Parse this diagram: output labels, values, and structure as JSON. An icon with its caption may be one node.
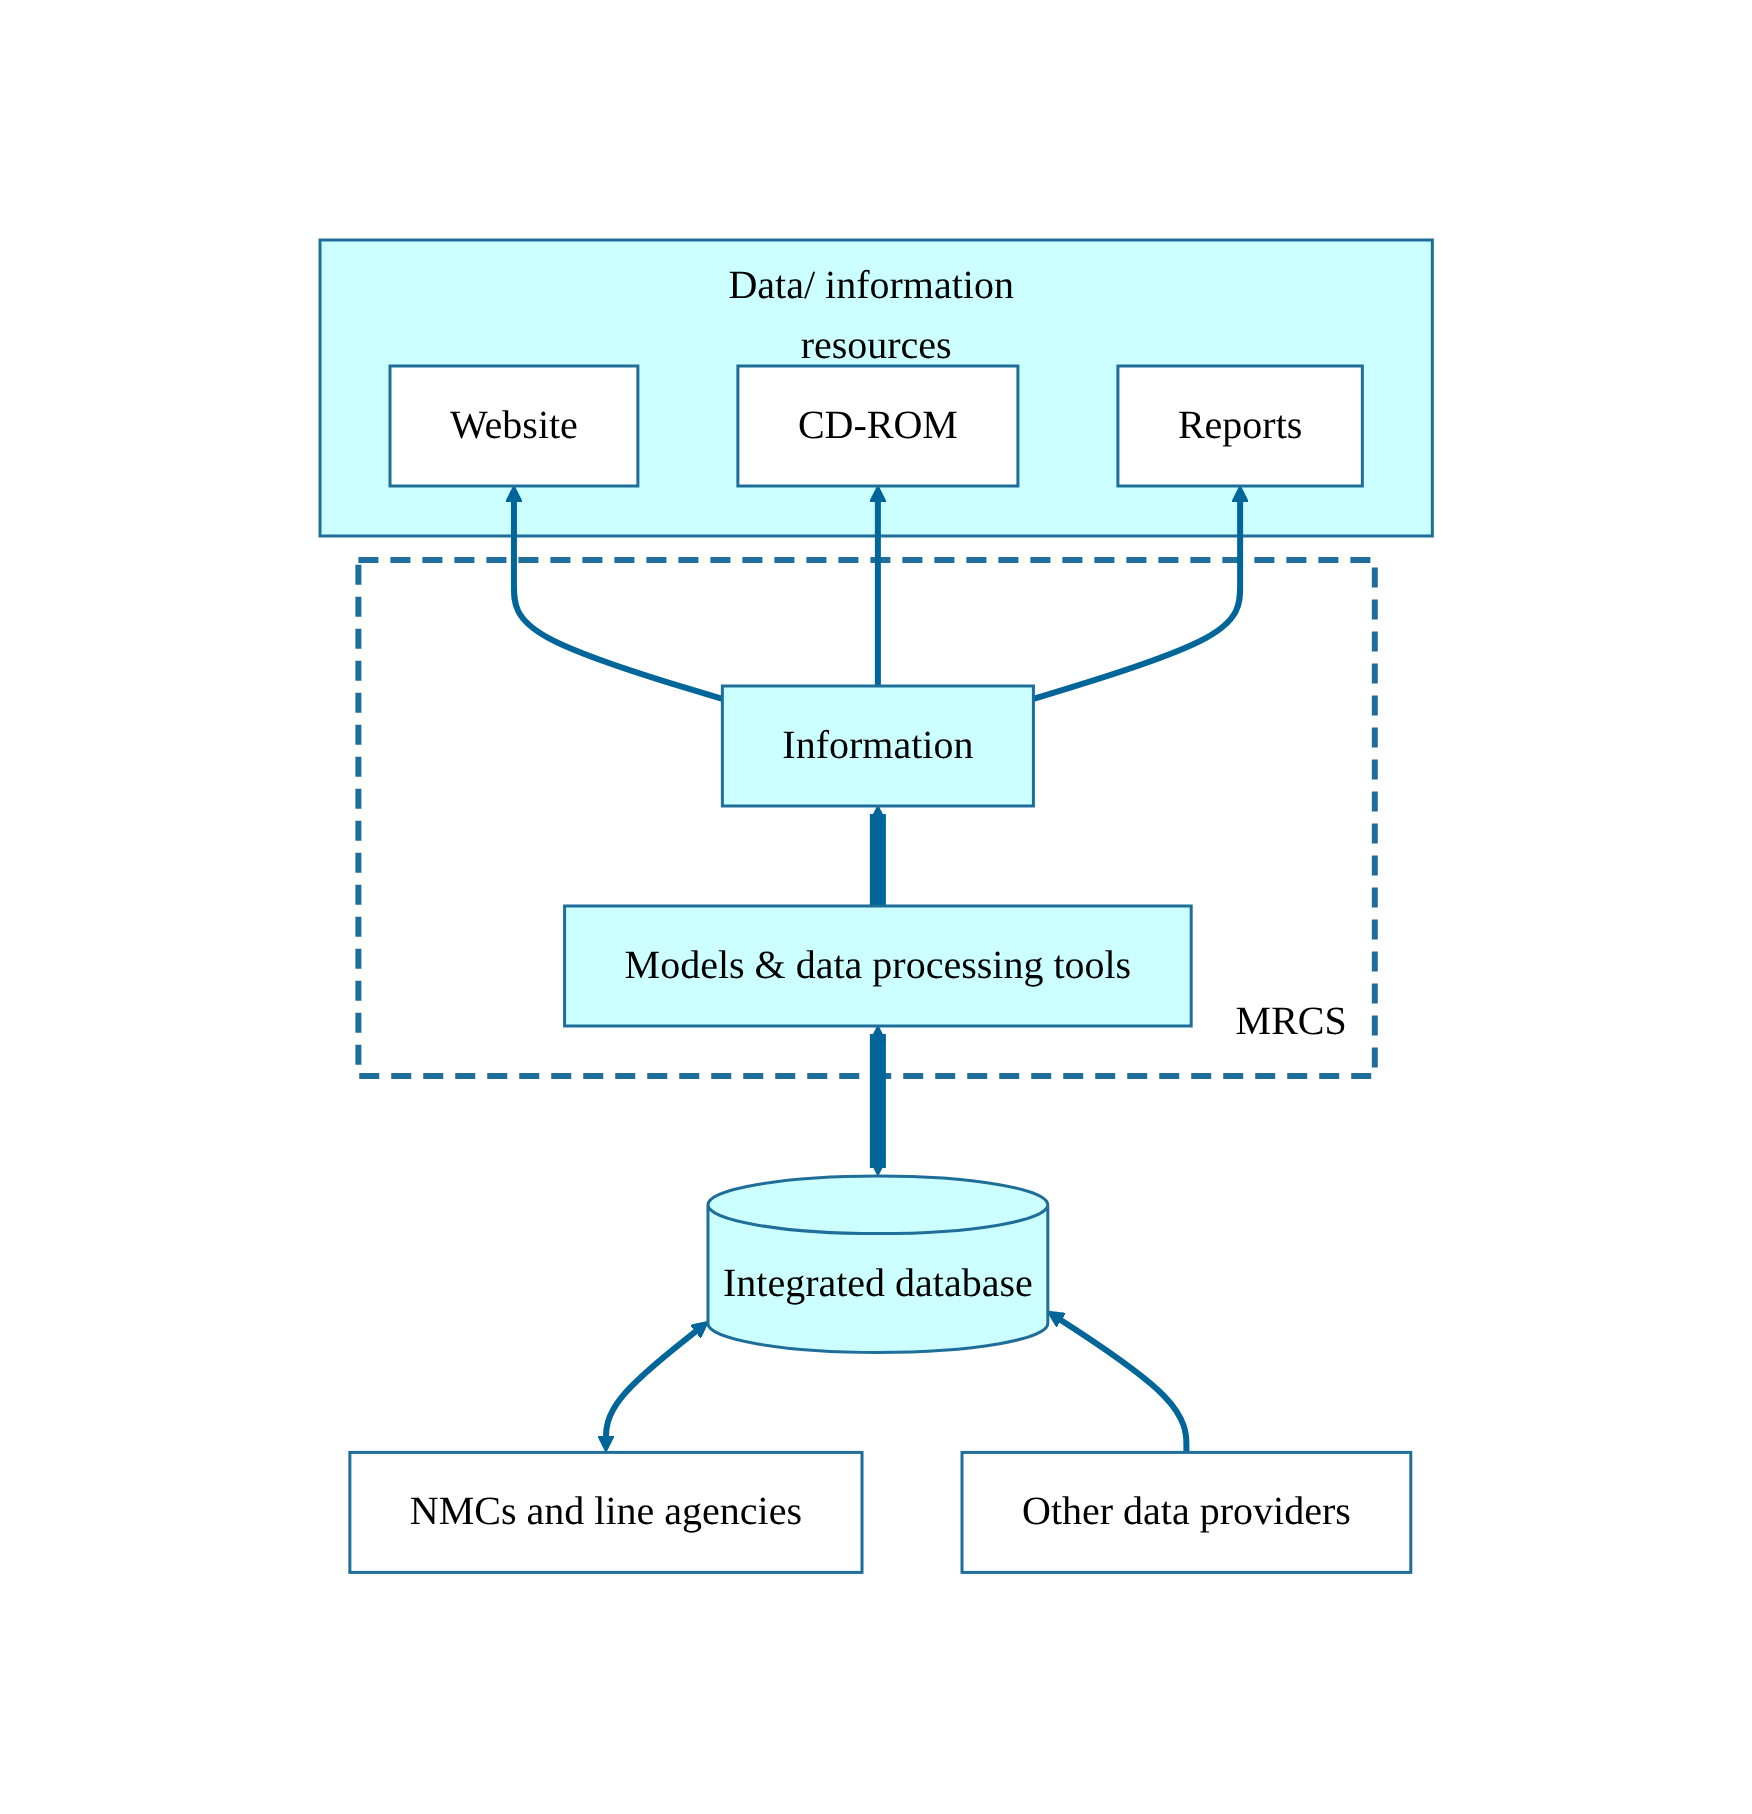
{
  "diagram": {
    "nodes": [
      {
        "text": [
          "Data/ information resources"
        ]
      },
      {
        "text": [
          "Website"
        ],
        "in": 0
      },
      {
        "text": [
          "CD-ROM"
        ],
        "in": 0
      },
      {
        "text": [
          "Reports"
        ],
        "in": 0
      },
      {
        "text": [
          "MRCS"
        ]
      },
      {
        "text": [
          "Information"
        ],
        "in": 4
      },
      {
        "text": [
          "Models & data processing tools"
        ],
        "in": 4
      },
      {
        "text": [
          "Integrated database"
        ]
      },
      {
        "text": [
          "NMCs and line agencies"
        ]
      },
      {
        "text": [
          "Other data providers"
        ]
      }
    ],
    "edges": [
      {
        "from": 5,
        "to": 1,
        "arrow": "to"
      },
      {
        "from": 5,
        "to": 2,
        "arrow": "to"
      },
      {
        "from": 5,
        "to": 3,
        "arrow": "to"
      },
      {
        "from": 6,
        "to": 5,
        "arrow": "to",
        "style": "thick"
      },
      {
        "from": 7,
        "to": 6,
        "arrow": "both",
        "style": "thick"
      },
      {
        "from": 8,
        "to": 7,
        "arrow": "both"
      },
      {
        "from": 9,
        "to": 7,
        "arrow": "to"
      }
    ]
  }
}
